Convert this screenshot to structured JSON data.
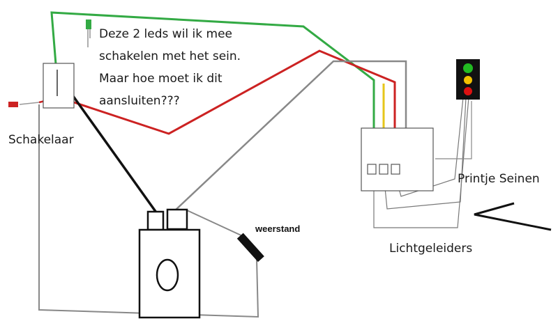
{
  "annotation": {
    "lines": [
      "Deze 2 leds wil ik mee",
      "schakelen met het sein.",
      "Maar hoe moet ik dit",
      "aansluiten???"
    ]
  },
  "labels": {
    "switch": "Schakelaar",
    "resistor": "weerstand",
    "board": "Printje Seinen",
    "light_guides": "Lichtgeleiders"
  },
  "colors": {
    "green_wire": "#33aa44",
    "red_wire": "#cc2222",
    "yellow_wire": "#e6c619",
    "gray_wire": "#888888",
    "black_wire": "#111111",
    "signal_green": "#22bb22",
    "signal_yellow": "#f2c200",
    "signal_red": "#dd1111"
  }
}
